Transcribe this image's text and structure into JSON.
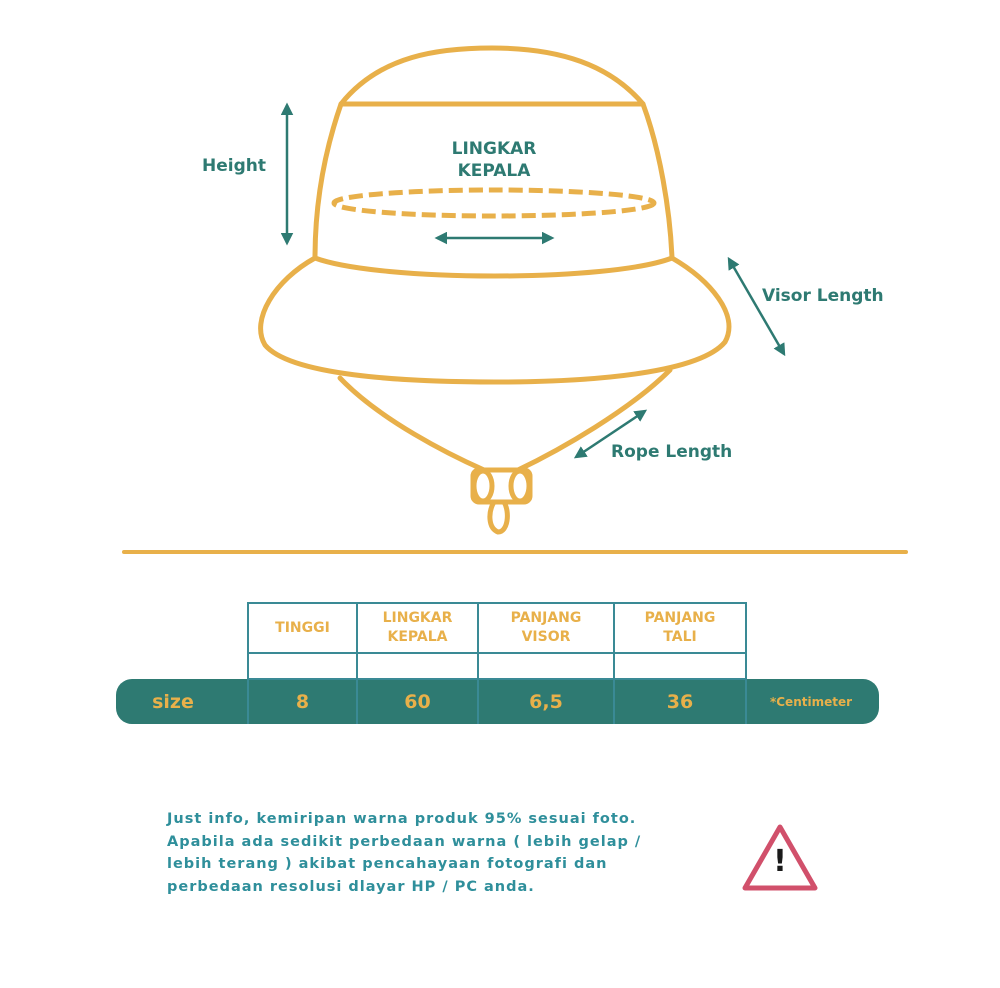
{
  "diagram": {
    "labels": {
      "height": "Height",
      "head_circ_line1": "LINGKAR",
      "head_circ_line2": "KEPALA",
      "visor_length": "Visor Length",
      "rope_length": "Rope Length"
    },
    "colors": {
      "outline": "#e8b04a",
      "arrow": "#2e7a72",
      "label": "#2e7a72"
    }
  },
  "size_table": {
    "headers": [
      {
        "line1": "TINGGI",
        "line2": ""
      },
      {
        "line1": "LINGKAR",
        "line2": "KEPALA"
      },
      {
        "line1": "PANJANG",
        "line2": "VISOR"
      },
      {
        "line1": "PANJANG",
        "line2": "TALI"
      }
    ],
    "row_label": "size",
    "values": [
      "8",
      "60",
      "6,5",
      "36"
    ],
    "unit_note": "*Centimeter",
    "colors": {
      "bar": "#2e7a72",
      "border": "#3a8a95",
      "text": "#e8b04a"
    }
  },
  "info": {
    "lines": [
      "Just info, kemiripan warna produk 95% sesuai foto.",
      "Apabila ada sedikit perbedaan warna ( lebih gelap /",
      "lebih terang ) akibat pencahayaan fotografi dan",
      "perbedaan resolusi dlayar HP / PC anda."
    ],
    "warning_icon": "warning-triangle-icon",
    "warning_glyph": "!",
    "colors": {
      "text": "#2f8f9b",
      "warning": "#d1506b"
    }
  }
}
